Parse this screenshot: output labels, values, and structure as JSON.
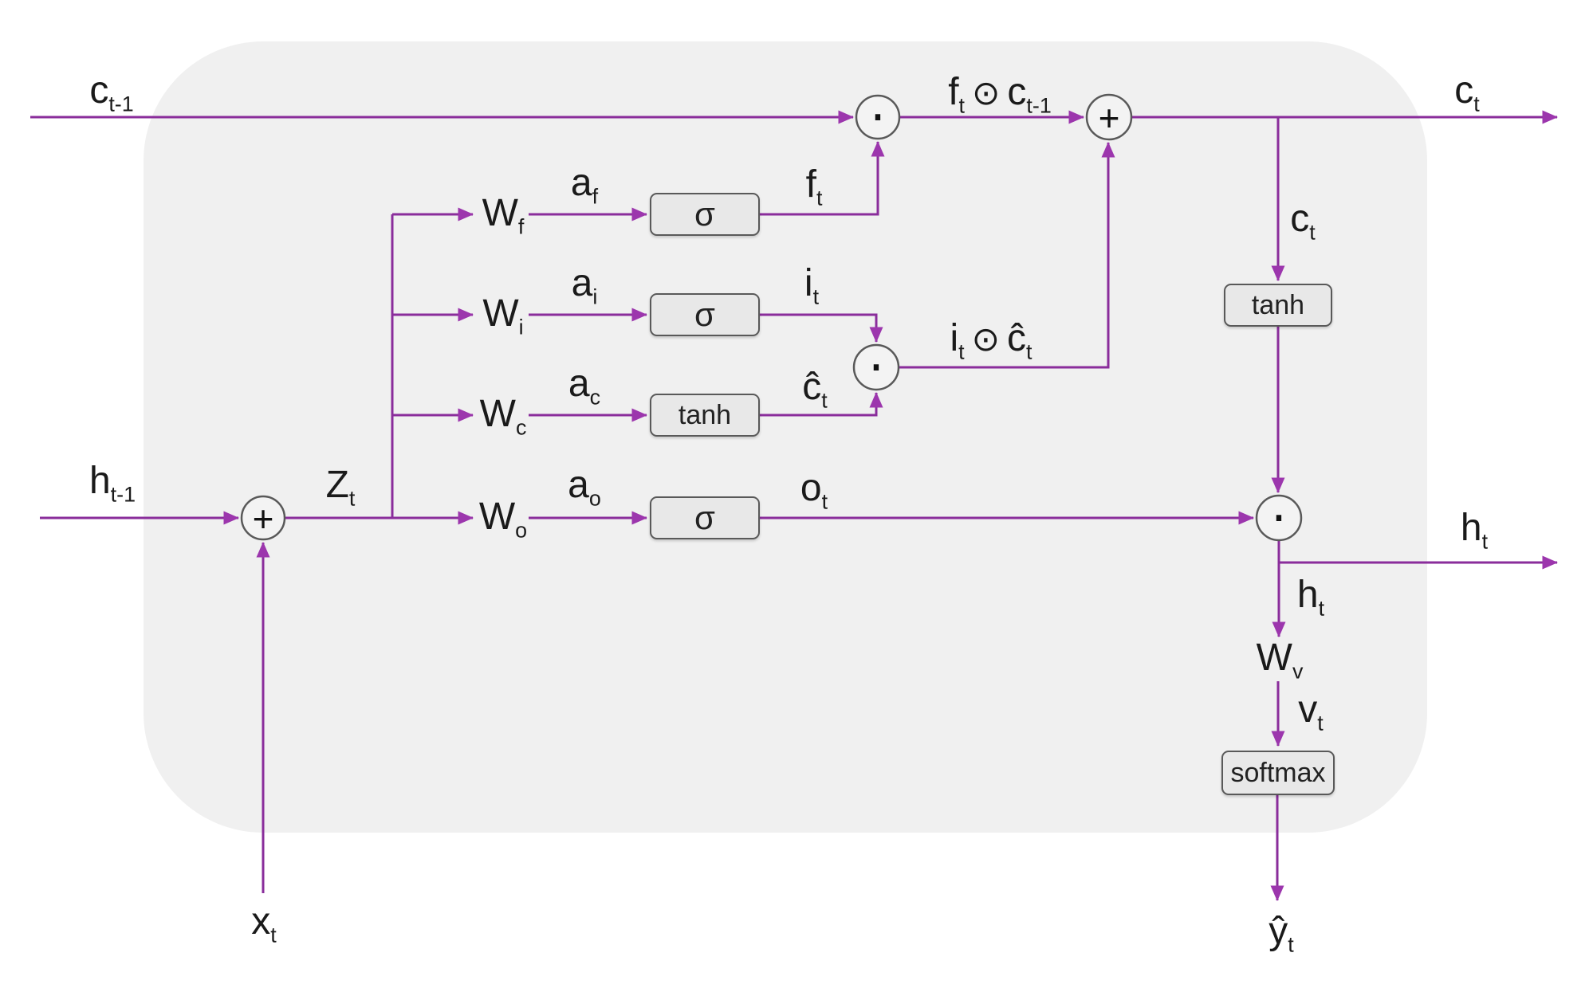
{
  "colors": {
    "wire": "#8a2d9b",
    "arrowhead": "#9c36ad",
    "cell_background": "#f0f0f0",
    "box_fill": "#e8e8e8",
    "box_border": "#595959",
    "node_border": "#595959",
    "text": "#1a1a1a"
  },
  "nodes": {
    "input_sum": "+",
    "forget_mult": "·",
    "cell_sum": "+",
    "input_mult": "·",
    "output_mult": "·"
  },
  "boxes": {
    "forget_fn": "σ",
    "input_fn": "σ",
    "candidate_fn": "tanh",
    "output_fn": "σ",
    "state_fn": "tanh",
    "softmax_fn": "softmax"
  },
  "labels": {
    "prev_cell": {
      "base": "c",
      "sub": "t-1"
    },
    "cell_out": {
      "base": "c",
      "sub": "t"
    },
    "cell_branch": {
      "base": "c",
      "sub": "t"
    },
    "forget_weight": {
      "base": "W",
      "sub": "f"
    },
    "input_weight": {
      "base": "W",
      "sub": "i"
    },
    "cand_weight": {
      "base": "W",
      "sub": "c"
    },
    "out_weight": {
      "base": "W",
      "sub": "o"
    },
    "forget_act": {
      "base": "a",
      "sub": "f"
    },
    "input_act": {
      "base": "a",
      "sub": "i"
    },
    "cand_act": {
      "base": "a",
      "sub": "c"
    },
    "out_act": {
      "base": "a",
      "sub": "o"
    },
    "forget_gate": {
      "base": "f",
      "sub": "t"
    },
    "input_gate": {
      "base": "i",
      "sub": "t"
    },
    "candidate": {
      "base": "ĉ",
      "sub": "t"
    },
    "output_gate": {
      "base": "o",
      "sub": "t"
    },
    "forget_product": [
      {
        "base": "f",
        "sub": "t"
      },
      {
        "base": "⊙",
        "sub": ""
      },
      {
        "base": "c",
        "sub": "t-1"
      }
    ],
    "input_product": [
      {
        "base": "i",
        "sub": "t"
      },
      {
        "base": "⊙",
        "sub": ""
      },
      {
        "base": "ĉ",
        "sub": "t"
      }
    ],
    "prev_hidden": {
      "base": "h",
      "sub": "t-1"
    },
    "z": {
      "base": "Z",
      "sub": "t"
    },
    "x": {
      "base": "x",
      "sub": "t"
    },
    "hidden_out": {
      "base": "h",
      "sub": "t"
    },
    "hidden_branch": {
      "base": "h",
      "sub": "t"
    },
    "proj_weight": {
      "base": "W",
      "sub": "v"
    },
    "proj": {
      "base": "v",
      "sub": "t"
    },
    "prediction": {
      "base": "ŷ",
      "sub": "t"
    }
  }
}
